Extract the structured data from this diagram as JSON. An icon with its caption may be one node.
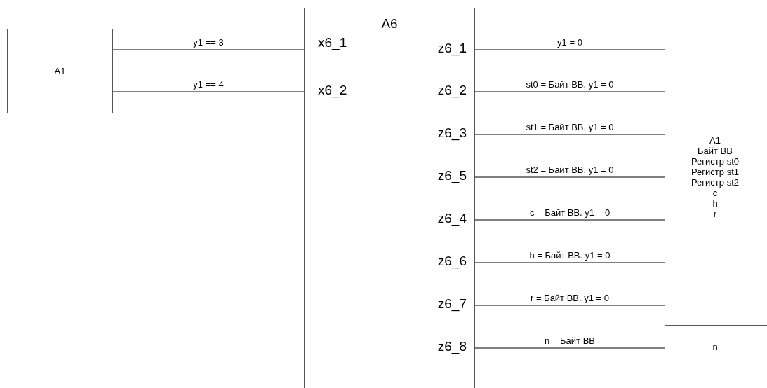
{
  "diagram": {
    "nodes": [
      {
        "text": [
          "A1"
        ]
      },
      {
        "text": [
          "A6"
        ]
      },
      {
        "text": [
          "A1",
          "Байт BB",
          "Регистр st0",
          "Регистр st1",
          "Регистр st2",
          "c",
          "h",
          "r"
        ]
      },
      {
        "text": [
          "n"
        ]
      }
    ],
    "edges": [
      {
        "from": 0,
        "to": 1,
        "arrow": "none",
        "label": "y1 == 3"
      },
      {
        "from": 0,
        "to": 1,
        "arrow": "none",
        "label": "y1 == 4"
      },
      {
        "from": 1,
        "to": 2,
        "arrow": "none",
        "label": "y1 = 0"
      },
      {
        "from": 1,
        "to": 2,
        "arrow": "none",
        "label": "st0 = Байт BB. y1 = 0"
      },
      {
        "from": 1,
        "to": 2,
        "arrow": "none",
        "label": "st1 = Байт BB. y1 = 0"
      },
      {
        "from": 1,
        "to": 2,
        "arrow": "none",
        "label": "st2 = Байт BB. y1 = 0"
      },
      {
        "from": 1,
        "to": 2,
        "arrow": "none",
        "label": "c = Байт BB. y1 = 0"
      },
      {
        "from": 1,
        "to": 2,
        "arrow": "none",
        "label": "h = Байт BB. y1 = 0"
      },
      {
        "from": 1,
        "to": 2,
        "arrow": "none",
        "label": "r = Байт BB. y1 = 0"
      },
      {
        "from": 1,
        "to": 3,
        "arrow": "none",
        "label": "n = Байт BB"
      }
    ],
    "labels": [
      "x6_1",
      "x6_2",
      "z6_1",
      "z6_2",
      "z6_3",
      "z6_5",
      "z6_4",
      "z6_6",
      "z6_7",
      "z6_8"
    ]
  }
}
